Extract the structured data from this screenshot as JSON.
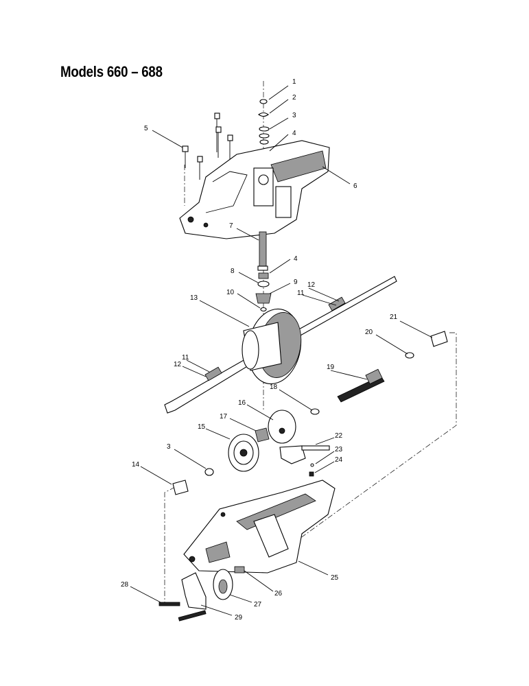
{
  "title": "Models 660 – 688",
  "callouts": [
    {
      "id": "c1",
      "text": "1"
    },
    {
      "id": "c2",
      "text": "2"
    },
    {
      "id": "c3a",
      "text": "3"
    },
    {
      "id": "c4a",
      "text": "4"
    },
    {
      "id": "c5",
      "text": "5"
    },
    {
      "id": "c6",
      "text": "6"
    },
    {
      "id": "c7",
      "text": "7"
    },
    {
      "id": "c4b",
      "text": "4"
    },
    {
      "id": "c8",
      "text": "8"
    },
    {
      "id": "c9",
      "text": "9"
    },
    {
      "id": "c10",
      "text": "10"
    },
    {
      "id": "c11a",
      "text": "11"
    },
    {
      "id": "c12a",
      "text": "12"
    },
    {
      "id": "c13",
      "text": "13"
    },
    {
      "id": "c21",
      "text": "21"
    },
    {
      "id": "c20",
      "text": "20"
    },
    {
      "id": "c11b",
      "text": "11"
    },
    {
      "id": "c12b",
      "text": "12"
    },
    {
      "id": "c19",
      "text": "19"
    },
    {
      "id": "c18",
      "text": "18"
    },
    {
      "id": "c16",
      "text": "16"
    },
    {
      "id": "c17",
      "text": "17"
    },
    {
      "id": "c15",
      "text": "15"
    },
    {
      "id": "c22",
      "text": "22"
    },
    {
      "id": "c3b",
      "text": "3"
    },
    {
      "id": "c23",
      "text": "23"
    },
    {
      "id": "c24",
      "text": "24"
    },
    {
      "id": "c14",
      "text": "14"
    },
    {
      "id": "c25",
      "text": "25"
    },
    {
      "id": "c28",
      "text": "28"
    },
    {
      "id": "c26",
      "text": "26"
    },
    {
      "id": "c27",
      "text": "27"
    },
    {
      "id": "c29",
      "text": "29"
    }
  ]
}
